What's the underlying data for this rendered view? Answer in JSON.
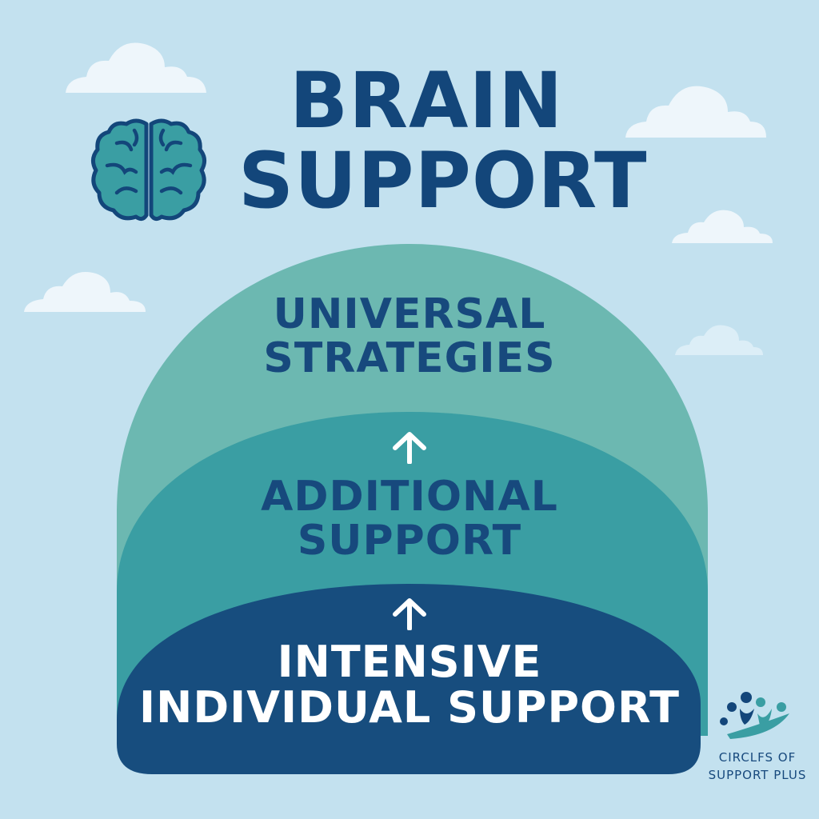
{
  "colors": {
    "background": "#c3e1ef",
    "title": "#13467a",
    "outer_tier": "#6cb8b1",
    "middle_tier": "#3a9ea3",
    "inner_tier": "#174d7e",
    "brain": "#3a9ea3",
    "cloud": "#ffffff"
  },
  "title": {
    "line1": "BRAIN",
    "line2": "SUPPORT"
  },
  "tiers": [
    {
      "line1": "UNIVERSAL",
      "line2": "STRATEGIES"
    },
    {
      "line1": "ADDITIONAL",
      "line2": "SUPPORT"
    },
    {
      "line1": "INTENSIVE",
      "line2": "INDIVIDUAL SUPPORT"
    }
  ],
  "icons": {
    "brain": "brain-icon",
    "arrow": "arrow-up-icon",
    "cloud": "cloud-icon",
    "logo": "people-logo-icon"
  },
  "logo": {
    "line1": "CIRCLFS OF",
    "line2": "SUPPORT PLUS"
  }
}
